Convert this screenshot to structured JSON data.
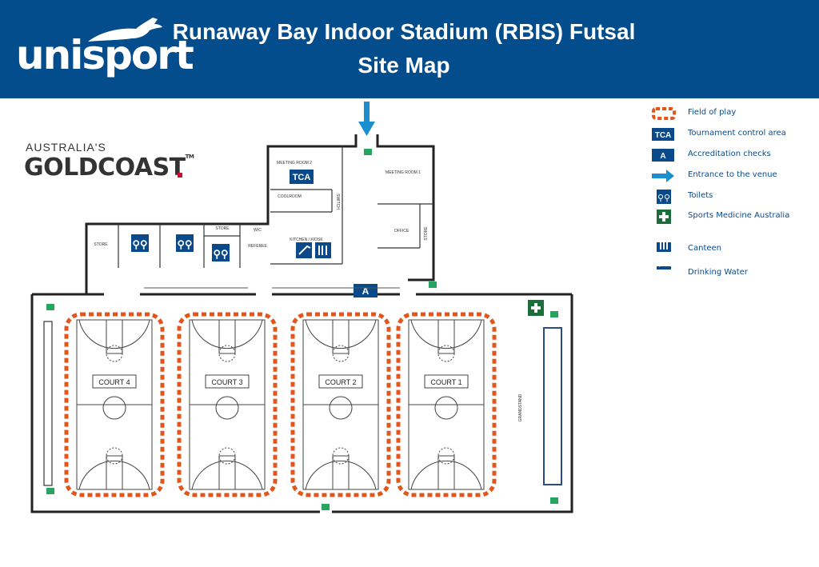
{
  "header": {
    "brand": "unisport",
    "title_line1": "Runaway Bay Indoor Stadium (RBIS) Futsal",
    "title_line2": "Site Map"
  },
  "partner_logo": {
    "line1": "AUSTRALIA'S",
    "line2": "GOLDCOAST",
    "tm": "TM"
  },
  "rooms": {
    "meeting_room_2": "MEETING ROOM 2",
    "meeting_room_1": "MEETING ROOM 1",
    "coolroom": "COOLROOM",
    "switch": "SWITCH",
    "office": "OFFICE",
    "store_right": "STORE",
    "store_left": "STORE",
    "store_mid": "STORE",
    "wc": "W/C",
    "referee": "REFEREE",
    "kitchen": "KITCHEN / KIOSK",
    "grandstand": "GRANDSTAND"
  },
  "markers": {
    "tca": "TCA",
    "accreditation": "A"
  },
  "courts": [
    "COURT 4",
    "COURT 3",
    "COURT 2",
    "COURT 1"
  ],
  "legend": [
    {
      "icon": "field-of-play-icon",
      "label": "Field of play"
    },
    {
      "icon": "tca-icon",
      "label": "Tournament control area",
      "badge": "TCA"
    },
    {
      "icon": "accreditation-icon",
      "label": "Accreditation checks",
      "badge": "A"
    },
    {
      "icon": "entrance-arrow-icon",
      "label": "Entrance to the venue"
    },
    {
      "icon": "toilets-icon",
      "label": "Toilets"
    },
    {
      "icon": "first-aid-icon",
      "label": "Sports Medicine Australia"
    },
    {
      "icon": "canteen-icon",
      "label": "Canteen"
    },
    {
      "icon": "drinking-water-icon",
      "label": "Drinking Water"
    }
  ],
  "colors": {
    "header_bg": "#034d8c",
    "field_of_play": "#e0561c",
    "accent_blue": "#0a4a8a",
    "entrance_arrow": "#1a8fd0",
    "first_aid_green": "#1b6e3a",
    "exit_green": "#25a55f"
  }
}
